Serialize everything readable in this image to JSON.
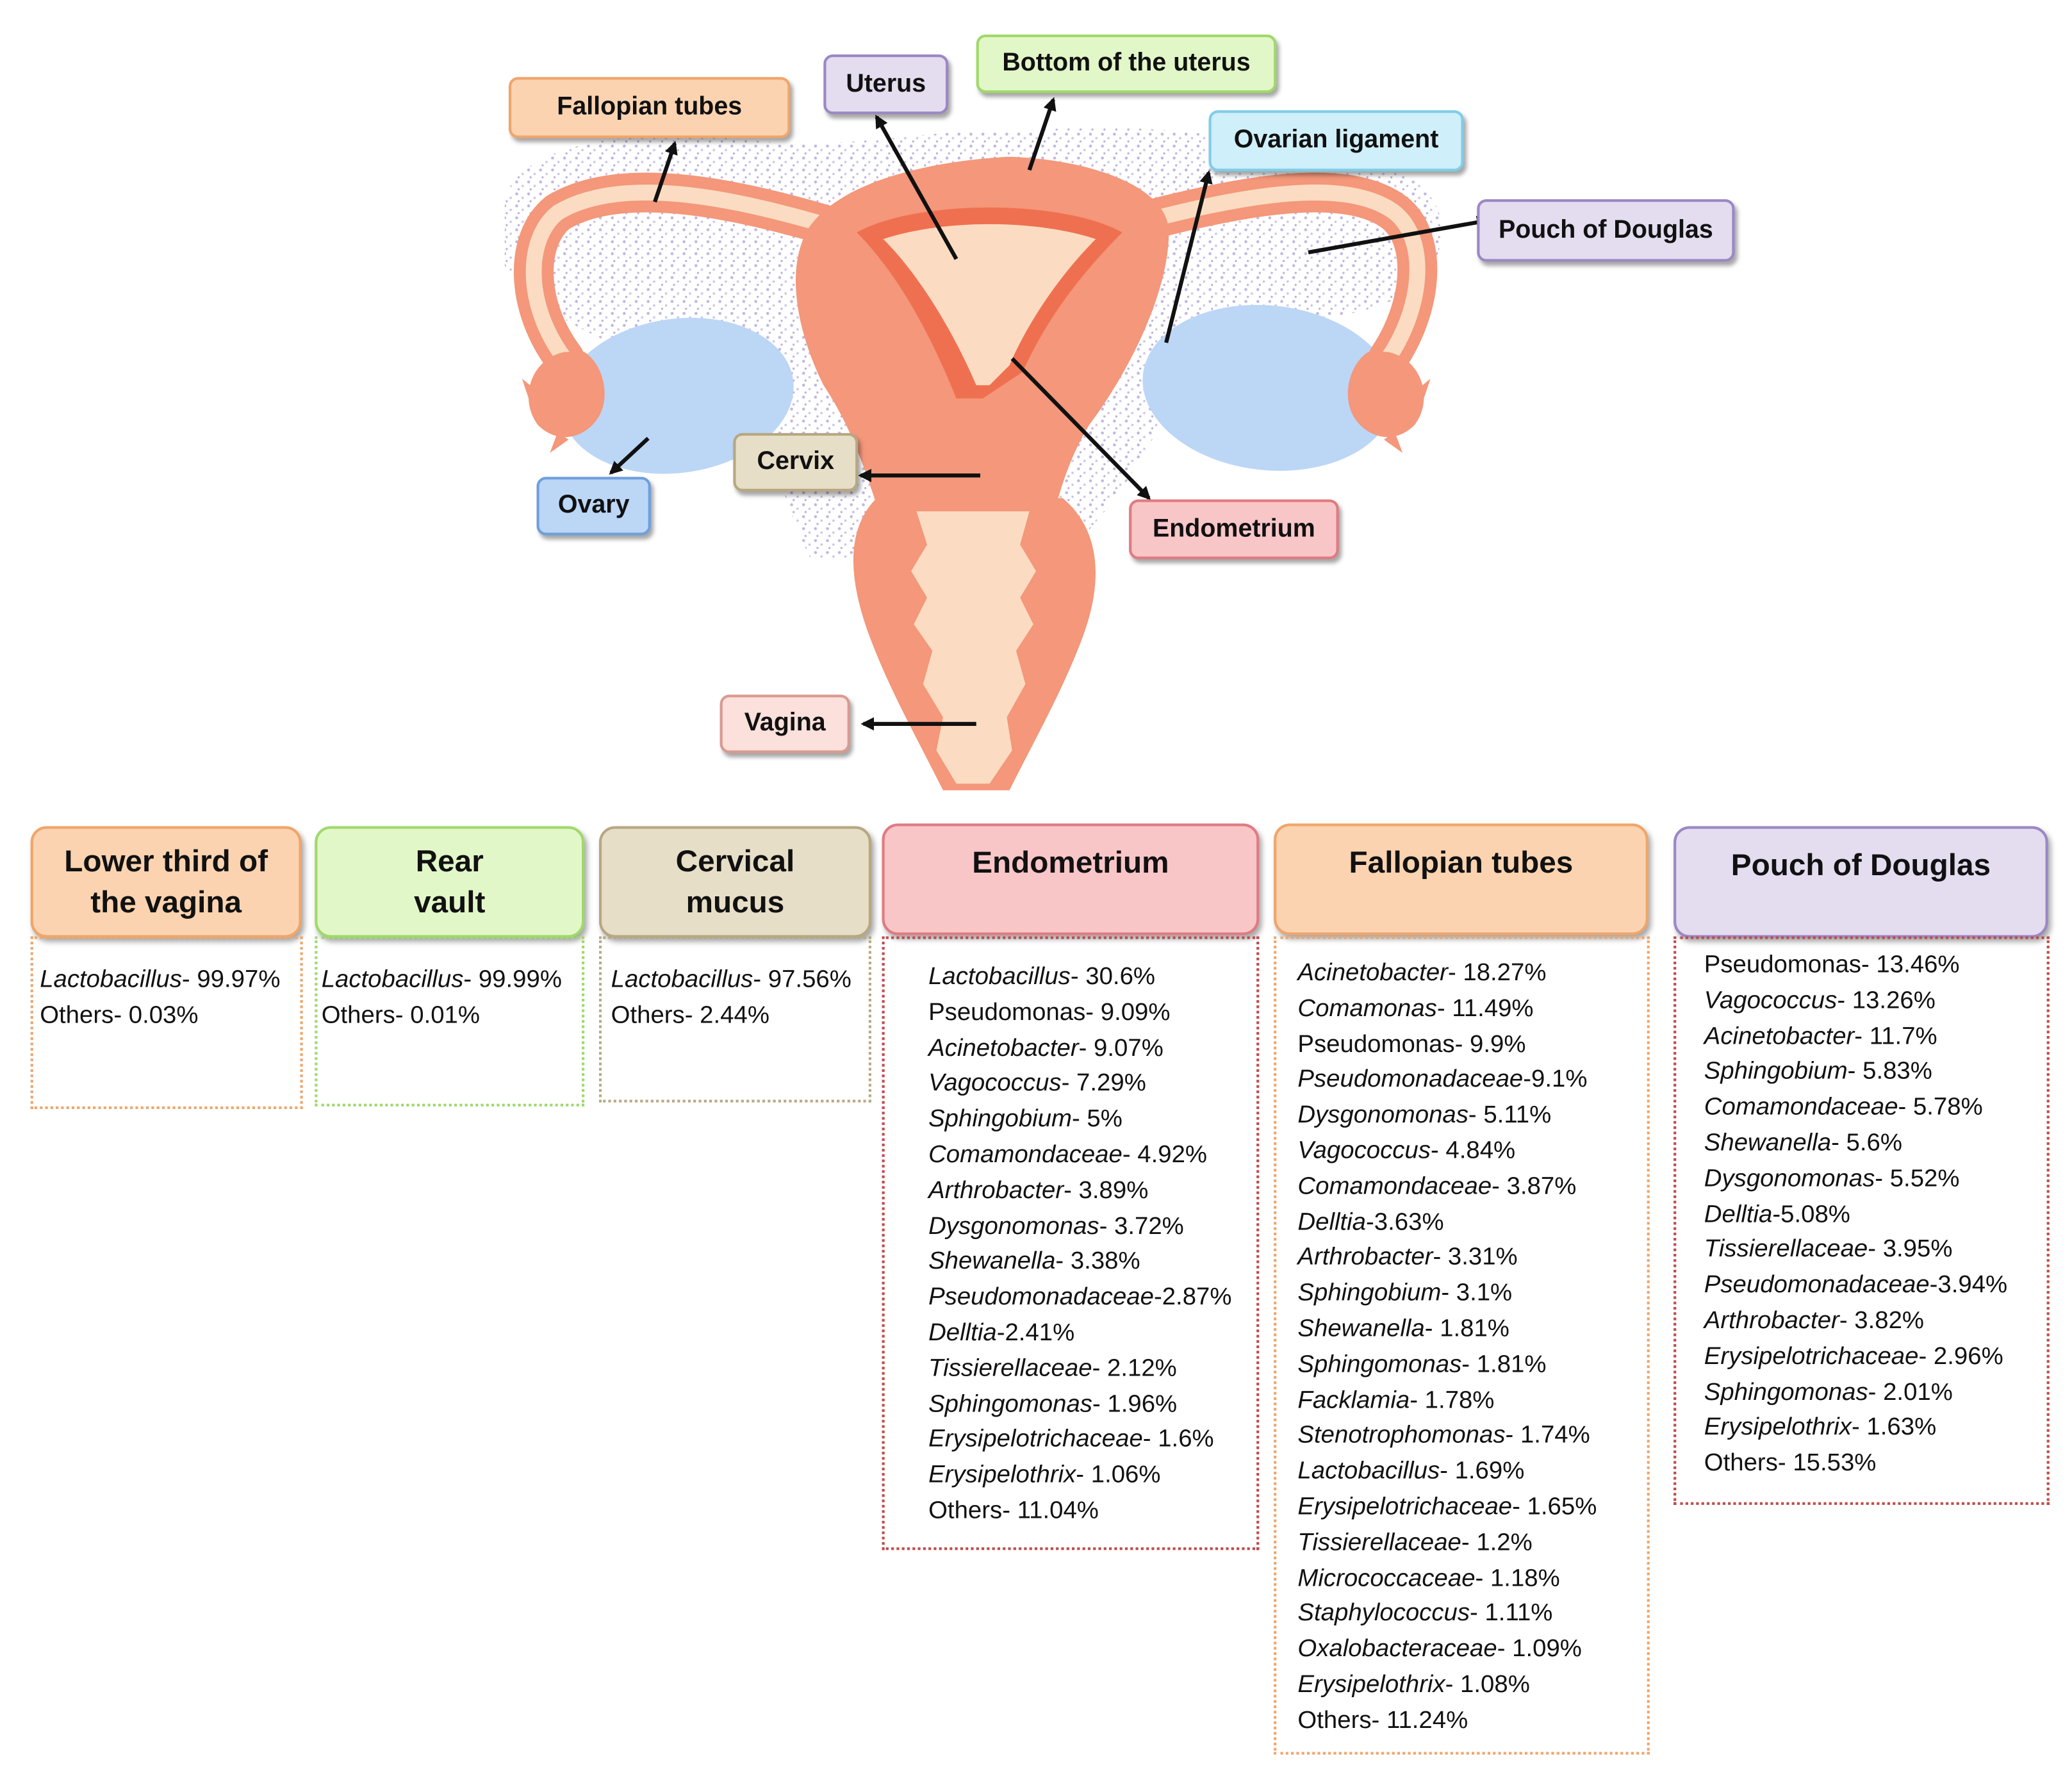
{
  "labels": {
    "fallopian_tubes": "Fallopian  tubes",
    "uterus": "Uterus",
    "bottom_uterus": "Bottom of the uterus",
    "ovarian_ligament": "Ovarian ligament",
    "pouch_douglas": "Pouch  of Douglas",
    "ovary": "Ovary",
    "cervix": "Cervix",
    "endometrium": "Endometrium",
    "vagina": "Vagina"
  },
  "colors": {
    "orange": "#fbd3b0",
    "purple": "#e4dcef",
    "green": "#e2f7c8",
    "blue": "#cfeffa",
    "ovary_blue": "#bcd6f6",
    "tan": "#e6dec6",
    "red": "#f9c6c8",
    "uterus_outer": "#f4977a",
    "uterus_inner": "#fbdcc2",
    "lining": "#ef7050"
  },
  "panels": [
    {
      "title_lines": [
        "Lower third of",
        "the vagina"
      ],
      "items": [
        {
          "taxon": "Lactobacillus",
          "italic": true,
          "value": "- 99.97%"
        },
        {
          "taxon": "Others",
          "italic": false,
          "value": "- 0.03%"
        }
      ]
    },
    {
      "title_lines": [
        "Rear",
        "vault"
      ],
      "items": [
        {
          "taxon": "Lactobacillus",
          "italic": true,
          "value": "- 99.99%"
        },
        {
          "taxon": "Others",
          "italic": false,
          "value": "- 0.01%"
        }
      ]
    },
    {
      "title_lines": [
        "Cervical",
        "mucus"
      ],
      "items": [
        {
          "taxon": "Lactobacillus",
          "italic": true,
          "value": "- 97.56%"
        },
        {
          "taxon": "Others",
          "italic": false,
          "value": "- 2.44%"
        }
      ]
    },
    {
      "title_lines": [
        "Endometrium"
      ],
      "items": [
        {
          "taxon": "Lactobacillus",
          "italic": true,
          "value": "- 30.6%"
        },
        {
          "taxon": "Pseudomonas",
          "italic": false,
          "value": "- 9.09%"
        },
        {
          "taxon": "Acinetobacter",
          "italic": true,
          "value": "- 9.07%"
        },
        {
          "taxon": "Vagococcus",
          "italic": true,
          "value": "- 7.29%"
        },
        {
          "taxon": "Sphingobium",
          "italic": true,
          "value": "- 5%"
        },
        {
          "taxon": "Comamondaceae",
          "italic": true,
          "value": "- 4.92%"
        },
        {
          "taxon": "Arthrobacter",
          "italic": true,
          "value": "- 3.89%"
        },
        {
          "taxon": "Dysgonomonas",
          "italic": true,
          "value": "- 3.72%"
        },
        {
          "taxon": "Shewanella",
          "italic": true,
          "value": "- 3.38%"
        },
        {
          "taxon": "Pseudomonadaceae",
          "italic": true,
          "value": "-2.87%"
        },
        {
          "taxon": "Delltia",
          "italic": true,
          "value": "-2.41%"
        },
        {
          "taxon": "Tissierellaceae",
          "italic": true,
          "value": "- 2.12%"
        },
        {
          "taxon": "Sphingomonas",
          "italic": true,
          "value": "- 1.96%"
        },
        {
          "taxon": "Erysipelotrichaceae",
          "italic": true,
          "value": "- 1.6%"
        },
        {
          "taxon": "Erysipelothrix",
          "italic": true,
          "value": "- 1.06%"
        },
        {
          "taxon": "Others",
          "italic": false,
          "value": "- 11.04%"
        }
      ]
    },
    {
      "title_lines": [
        "Fallopian tubes"
      ],
      "items": [
        {
          "taxon": "Acinetobacter",
          "italic": true,
          "value": "- 18.27%"
        },
        {
          "taxon": "Comamonas",
          "italic": true,
          "value": "- 11.49%"
        },
        {
          "taxon": "Pseudomonas",
          "italic": false,
          "value": "- 9.9%"
        },
        {
          "taxon": "Pseudomonadaceae",
          "italic": true,
          "value": "-9.1%"
        },
        {
          "taxon": "Dysgonomonas",
          "italic": true,
          "value": "- 5.11%"
        },
        {
          "taxon": "Vagococcus",
          "italic": true,
          "value": "- 4.84%"
        },
        {
          "taxon": "Comamondaceae",
          "italic": true,
          "value": "- 3.87%"
        },
        {
          "taxon": "Delltia",
          "italic": true,
          "value": "-3.63%"
        },
        {
          "taxon": "Arthrobacter",
          "italic": true,
          "value": "- 3.31%"
        },
        {
          "taxon": "Sphingobium",
          "italic": true,
          "value": "- 3.1%"
        },
        {
          "taxon": "Shewanella",
          "italic": true,
          "value": "- 1.81%"
        },
        {
          "taxon": "Sphingomonas",
          "italic": true,
          "value": "- 1.81%"
        },
        {
          "taxon": "Facklamia",
          "italic": true,
          "value": "- 1.78%"
        },
        {
          "taxon": "Stenotrophomonas",
          "italic": true,
          "value": "- 1.74%"
        },
        {
          "taxon": "Lactobacillus",
          "italic": true,
          "value": "- 1.69%"
        },
        {
          "taxon": "Erysipelotrichaceae",
          "italic": true,
          "value": "- 1.65%"
        },
        {
          "taxon": "Tissierellaceae",
          "italic": true,
          "value": "- 1.2%"
        },
        {
          "taxon": "Micrococcaceae",
          "italic": true,
          "value": "- 1.18%"
        },
        {
          "taxon": "Staphylococcus",
          "italic": true,
          "value": "- 1.11%"
        },
        {
          "taxon": "Oxalobacteraceae",
          "italic": true,
          "value": "- 1.09%"
        },
        {
          "taxon": "Erysipelothrix",
          "italic": true,
          "value": "- 1.08%"
        },
        {
          "taxon": "Others",
          "italic": false,
          "value": "- 11.24%"
        }
      ]
    },
    {
      "title_lines": [
        "Pouch of Douglas"
      ],
      "items": [
        {
          "taxon": "Pseudomonas",
          "italic": false,
          "value": "- 13.46%"
        },
        {
          "taxon": "Vagococcus",
          "italic": true,
          "value": "- 13.26%"
        },
        {
          "taxon": "Acinetobacter",
          "italic": true,
          "value": "- 11.7%"
        },
        {
          "taxon": "Sphingobium",
          "italic": true,
          "value": "- 5.83%"
        },
        {
          "taxon": "Comamondaceae",
          "italic": true,
          "value": "- 5.78%"
        },
        {
          "taxon": "Shewanella",
          "italic": true,
          "value": "- 5.6%"
        },
        {
          "taxon": "Dysgonomonas",
          "italic": true,
          "value": "- 5.52%"
        },
        {
          "taxon": "Delltia",
          "italic": true,
          "value": "-5.08%"
        },
        {
          "taxon": "Tissierellaceae",
          "italic": true,
          "value": "- 3.95%"
        },
        {
          "taxon": "Pseudomonadaceae",
          "italic": true,
          "value": "-3.94%"
        },
        {
          "taxon": "Arthrobacter",
          "italic": true,
          "value": "- 3.82%"
        },
        {
          "taxon": "Erysipelotrichaceae",
          "italic": true,
          "value": "- 2.96%"
        },
        {
          "taxon": "Sphingomonas",
          "italic": true,
          "value": "- 2.01%"
        },
        {
          "taxon": "Erysipelothrix",
          "italic": true,
          "value": "- 1.63%"
        },
        {
          "taxon": "Others",
          "italic": false,
          "value": "- 15.53%"
        }
      ]
    }
  ]
}
